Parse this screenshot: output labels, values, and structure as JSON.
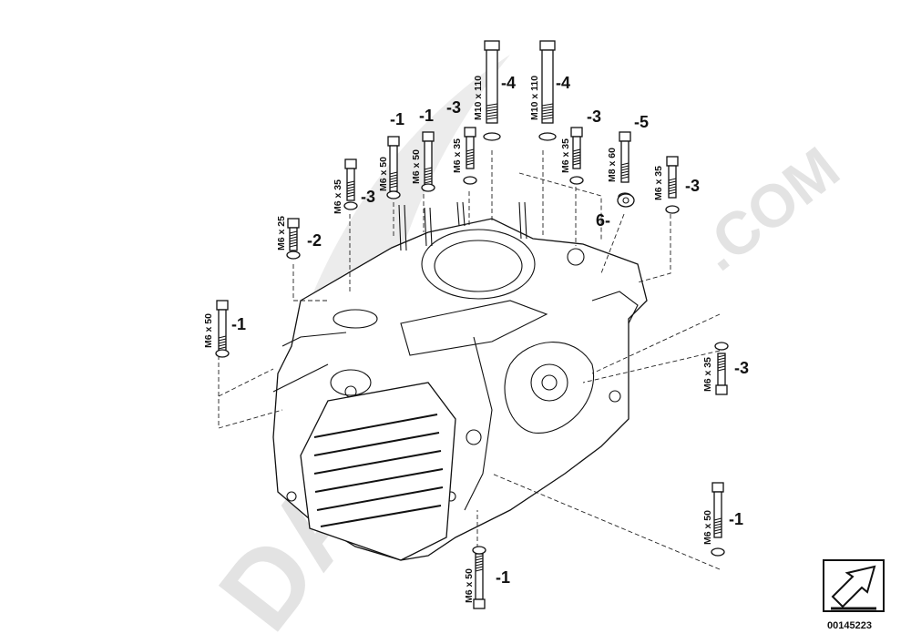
{
  "watermark": {
    "brand": "DAREAS",
    "suffix": ".COM"
  },
  "diagram": {
    "reference_number": "00145223",
    "icon": "arrow-symbol-icon",
    "bolts": [
      {
        "callout": "1",
        "spec": "M6 x 50"
      },
      {
        "callout": "1",
        "spec": "M6 x 50"
      },
      {
        "callout": "1",
        "spec": "M6 x 50"
      },
      {
        "callout": "1",
        "spec": "M6 x 50"
      },
      {
        "callout": "1",
        "spec": "M6 x 50"
      },
      {
        "callout": "2",
        "spec": "M6 x 25"
      },
      {
        "callout": "3",
        "spec": "M6 x 35"
      },
      {
        "callout": "3",
        "spec": "M6 x 35"
      },
      {
        "callout": "3",
        "spec": "M6 x 35"
      },
      {
        "callout": "3",
        "spec": "M6 x 35"
      },
      {
        "callout": "3",
        "spec": "M6 x 35"
      },
      {
        "callout": "4",
        "spec": "M10 x 110"
      },
      {
        "callout": "4",
        "spec": "M10 x 110"
      },
      {
        "callout": "5",
        "spec": "M8 x 60"
      }
    ],
    "washer": {
      "callout": "6"
    }
  }
}
